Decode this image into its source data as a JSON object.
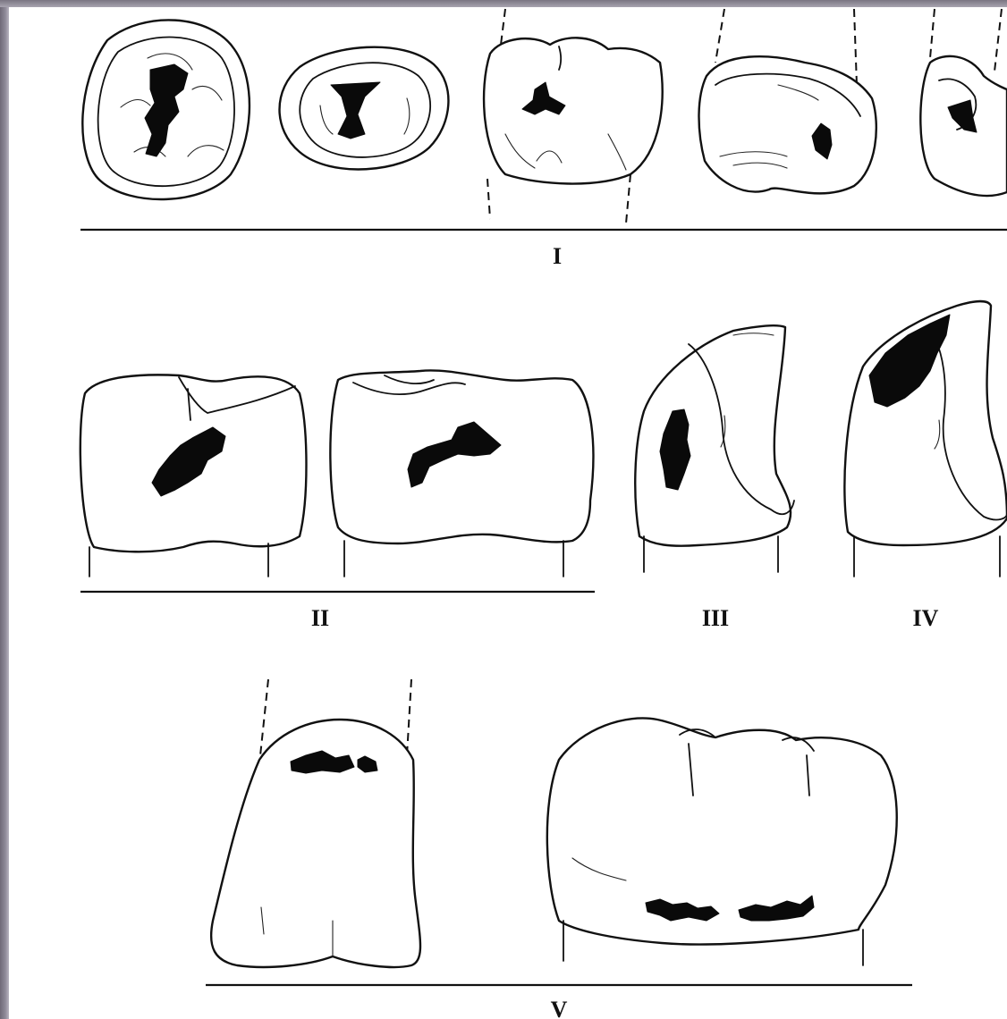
{
  "figure": {
    "groups": [
      {
        "id": "I",
        "label": "I",
        "cavity_count": 5
      },
      {
        "id": "II",
        "label": "II",
        "cavity_count": 2
      },
      {
        "id": "III",
        "label": "III",
        "cavity_count": 1
      },
      {
        "id": "IV",
        "label": "IV",
        "cavity_count": 1
      },
      {
        "id": "V",
        "label": "V",
        "cavity_count": 2
      }
    ]
  },
  "colors": {
    "line": "#111111",
    "cavity": "#0a0a0a",
    "background": "#ffffff",
    "frame": "#8f8a98"
  }
}
